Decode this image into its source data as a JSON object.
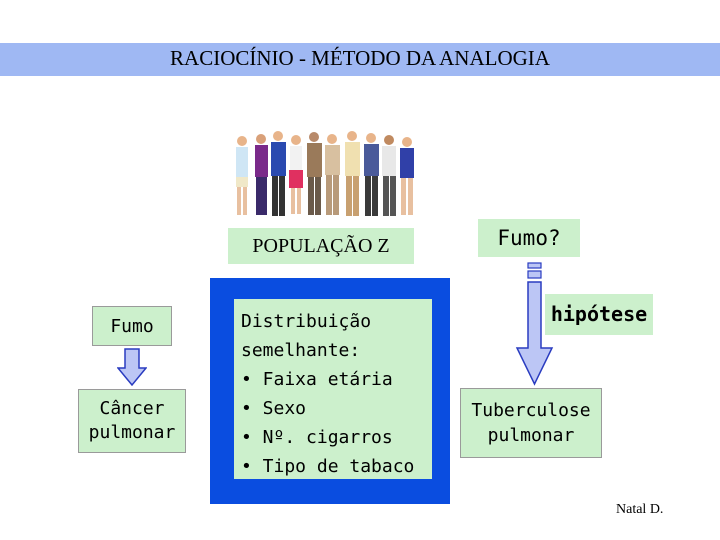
{
  "title": "RACIOCÍNIO -  MÉTODO DA ANALOGIA",
  "population_label": "POPULAÇÃO Z",
  "fumo_question": "Fumo?",
  "left_top": "Fumo",
  "left_bottom": {
    "line1": "Câncer",
    "line2": "pulmonar"
  },
  "center_box": {
    "lines": [
      "Distribuição",
      "semelhante:",
      "• Faixa etária",
      "• Sexo",
      "• Nº. cigarros",
      "• Tipo de tabaco"
    ]
  },
  "hypothesis": "hipótese",
  "right_bottom": {
    "line1": "Tuberculose",
    "line2": "pulmonar"
  },
  "credit": "Natal D.",
  "colors": {
    "title_bar": "#9fb8f3",
    "box_green": "#ccf0cc",
    "frame_blue": "#0a4de0",
    "arrow_fill": "#bcc6f5",
    "arrow_stroke": "#2a3cc0"
  }
}
